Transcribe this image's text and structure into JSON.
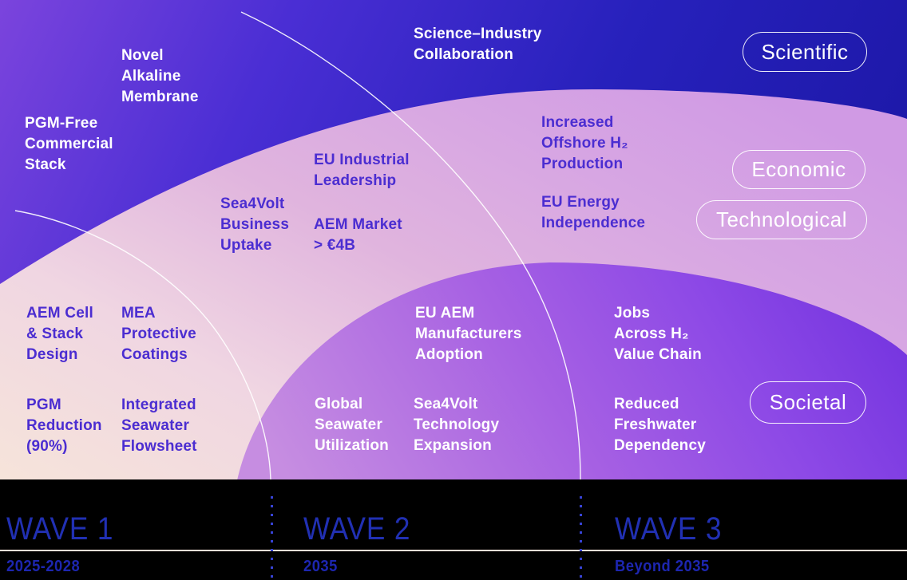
{
  "pills": {
    "scientific": "Scientific",
    "economic": "Economic",
    "technological": "Technological",
    "societal": "Societal"
  },
  "items": {
    "novel_alkaline_membrane": "Novel\nAlkaline\nMembrane",
    "pgm_free_commercial_stack": "PGM-Free\nCommercial\nStack",
    "science_industry_collaboration": "Science–Industry\nCollaboration",
    "increased_offshore_h2_production": "Increased\nOffshore H₂\nProduction",
    "eu_energy_independence": "EU Energy\nIndependence",
    "eu_industrial_leadership": "EU Industrial\nLeadership",
    "sea4volt_business_uptake": "Sea4Volt\nBusiness\nUptake",
    "aem_market": "AEM Market\n> €4B",
    "aem_cell_stack_design": "AEM Cell\n& Stack\nDesign",
    "mea_protective_coatings": "MEA\nProtective\nCoatings",
    "pgm_reduction": "PGM\nReduction\n(90%)",
    "integrated_seawater_flowsheet": "Integrated\nSeawater\nFlowsheet",
    "eu_aem_manufacturers_adoption": "EU AEM\nManufacturers\nAdoption",
    "global_seawater_utilization": "Global\nSeawater\nUtilization",
    "sea4volt_technology_expansion": "Sea4Volt\nTechnology\nExpansion",
    "jobs_across_h2_value_chain": "Jobs\nAcross H₂\nValue Chain",
    "reduced_freshwater_dependency": "Reduced\nFreshwater\nDependency"
  },
  "timeline": {
    "waves": [
      {
        "title": "WAVE 1",
        "period": "2025-2028"
      },
      {
        "title": "WAVE 2",
        "period": "2035"
      },
      {
        "title": "WAVE 3",
        "period": "Beyond 2035"
      }
    ]
  },
  "colors": {
    "background_purple": "#7b44dd",
    "background_blue": "#1d18a8",
    "outer_dome_peach": "#f6e4da",
    "outer_dome_orchid": "#d09ae4",
    "inner_dome_light": "#c68de1",
    "inner_dome_violet": "#7636e0",
    "item_text_indigo": "#4b2dd1",
    "item_text_white": "#ffffff",
    "band_background": "#000000",
    "band_rule_pink": "#f3ded6",
    "wave_text_blue": "#2130b3"
  }
}
